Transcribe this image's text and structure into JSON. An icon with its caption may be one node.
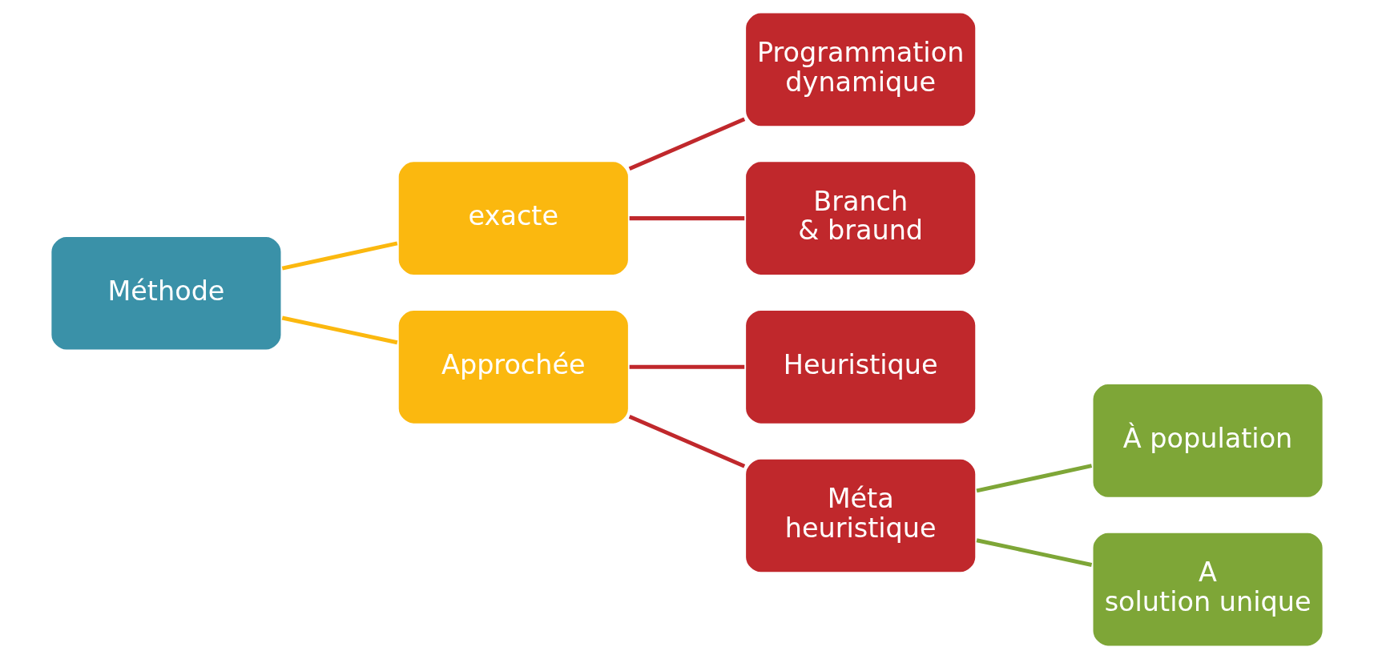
{
  "diagram": {
    "nodes": [
      {
        "text": [
          "Méthode"
        ]
      },
      {
        "text": [
          "exacte"
        ]
      },
      {
        "text": [
          "Approchée"
        ]
      },
      {
        "text": [
          "Programmation dynamique"
        ]
      },
      {
        "text": [
          "Branch & braund"
        ]
      },
      {
        "text": [
          "Heuristique"
        ]
      },
      {
        "text": [
          "Méta heuristique"
        ]
      },
      {
        "text": [
          "À population"
        ]
      },
      {
        "text": [
          "A solution unique"
        ]
      }
    ],
    "edges": [
      {
        "from": 0,
        "to": 1,
        "arrow": "none",
        "color": "#fbb80f"
      },
      {
        "from": 0,
        "to": 2,
        "arrow": "none",
        "color": "#fbb80f"
      },
      {
        "from": 1,
        "to": 3,
        "arrow": "none"
      },
      {
        "from": 1,
        "to": 4,
        "arrow": "none"
      },
      {
        "from": 2,
        "to": 5,
        "arrow": "none"
      },
      {
        "from": 2,
        "to": 6,
        "arrow": "none"
      },
      {
        "from": 6,
        "to": 7,
        "arrow": "none",
        "color": "#7ea637"
      },
      {
        "from": 6,
        "to": 8,
        "arrow": "none",
        "color": "#7ea637"
      }
    ]
  }
}
